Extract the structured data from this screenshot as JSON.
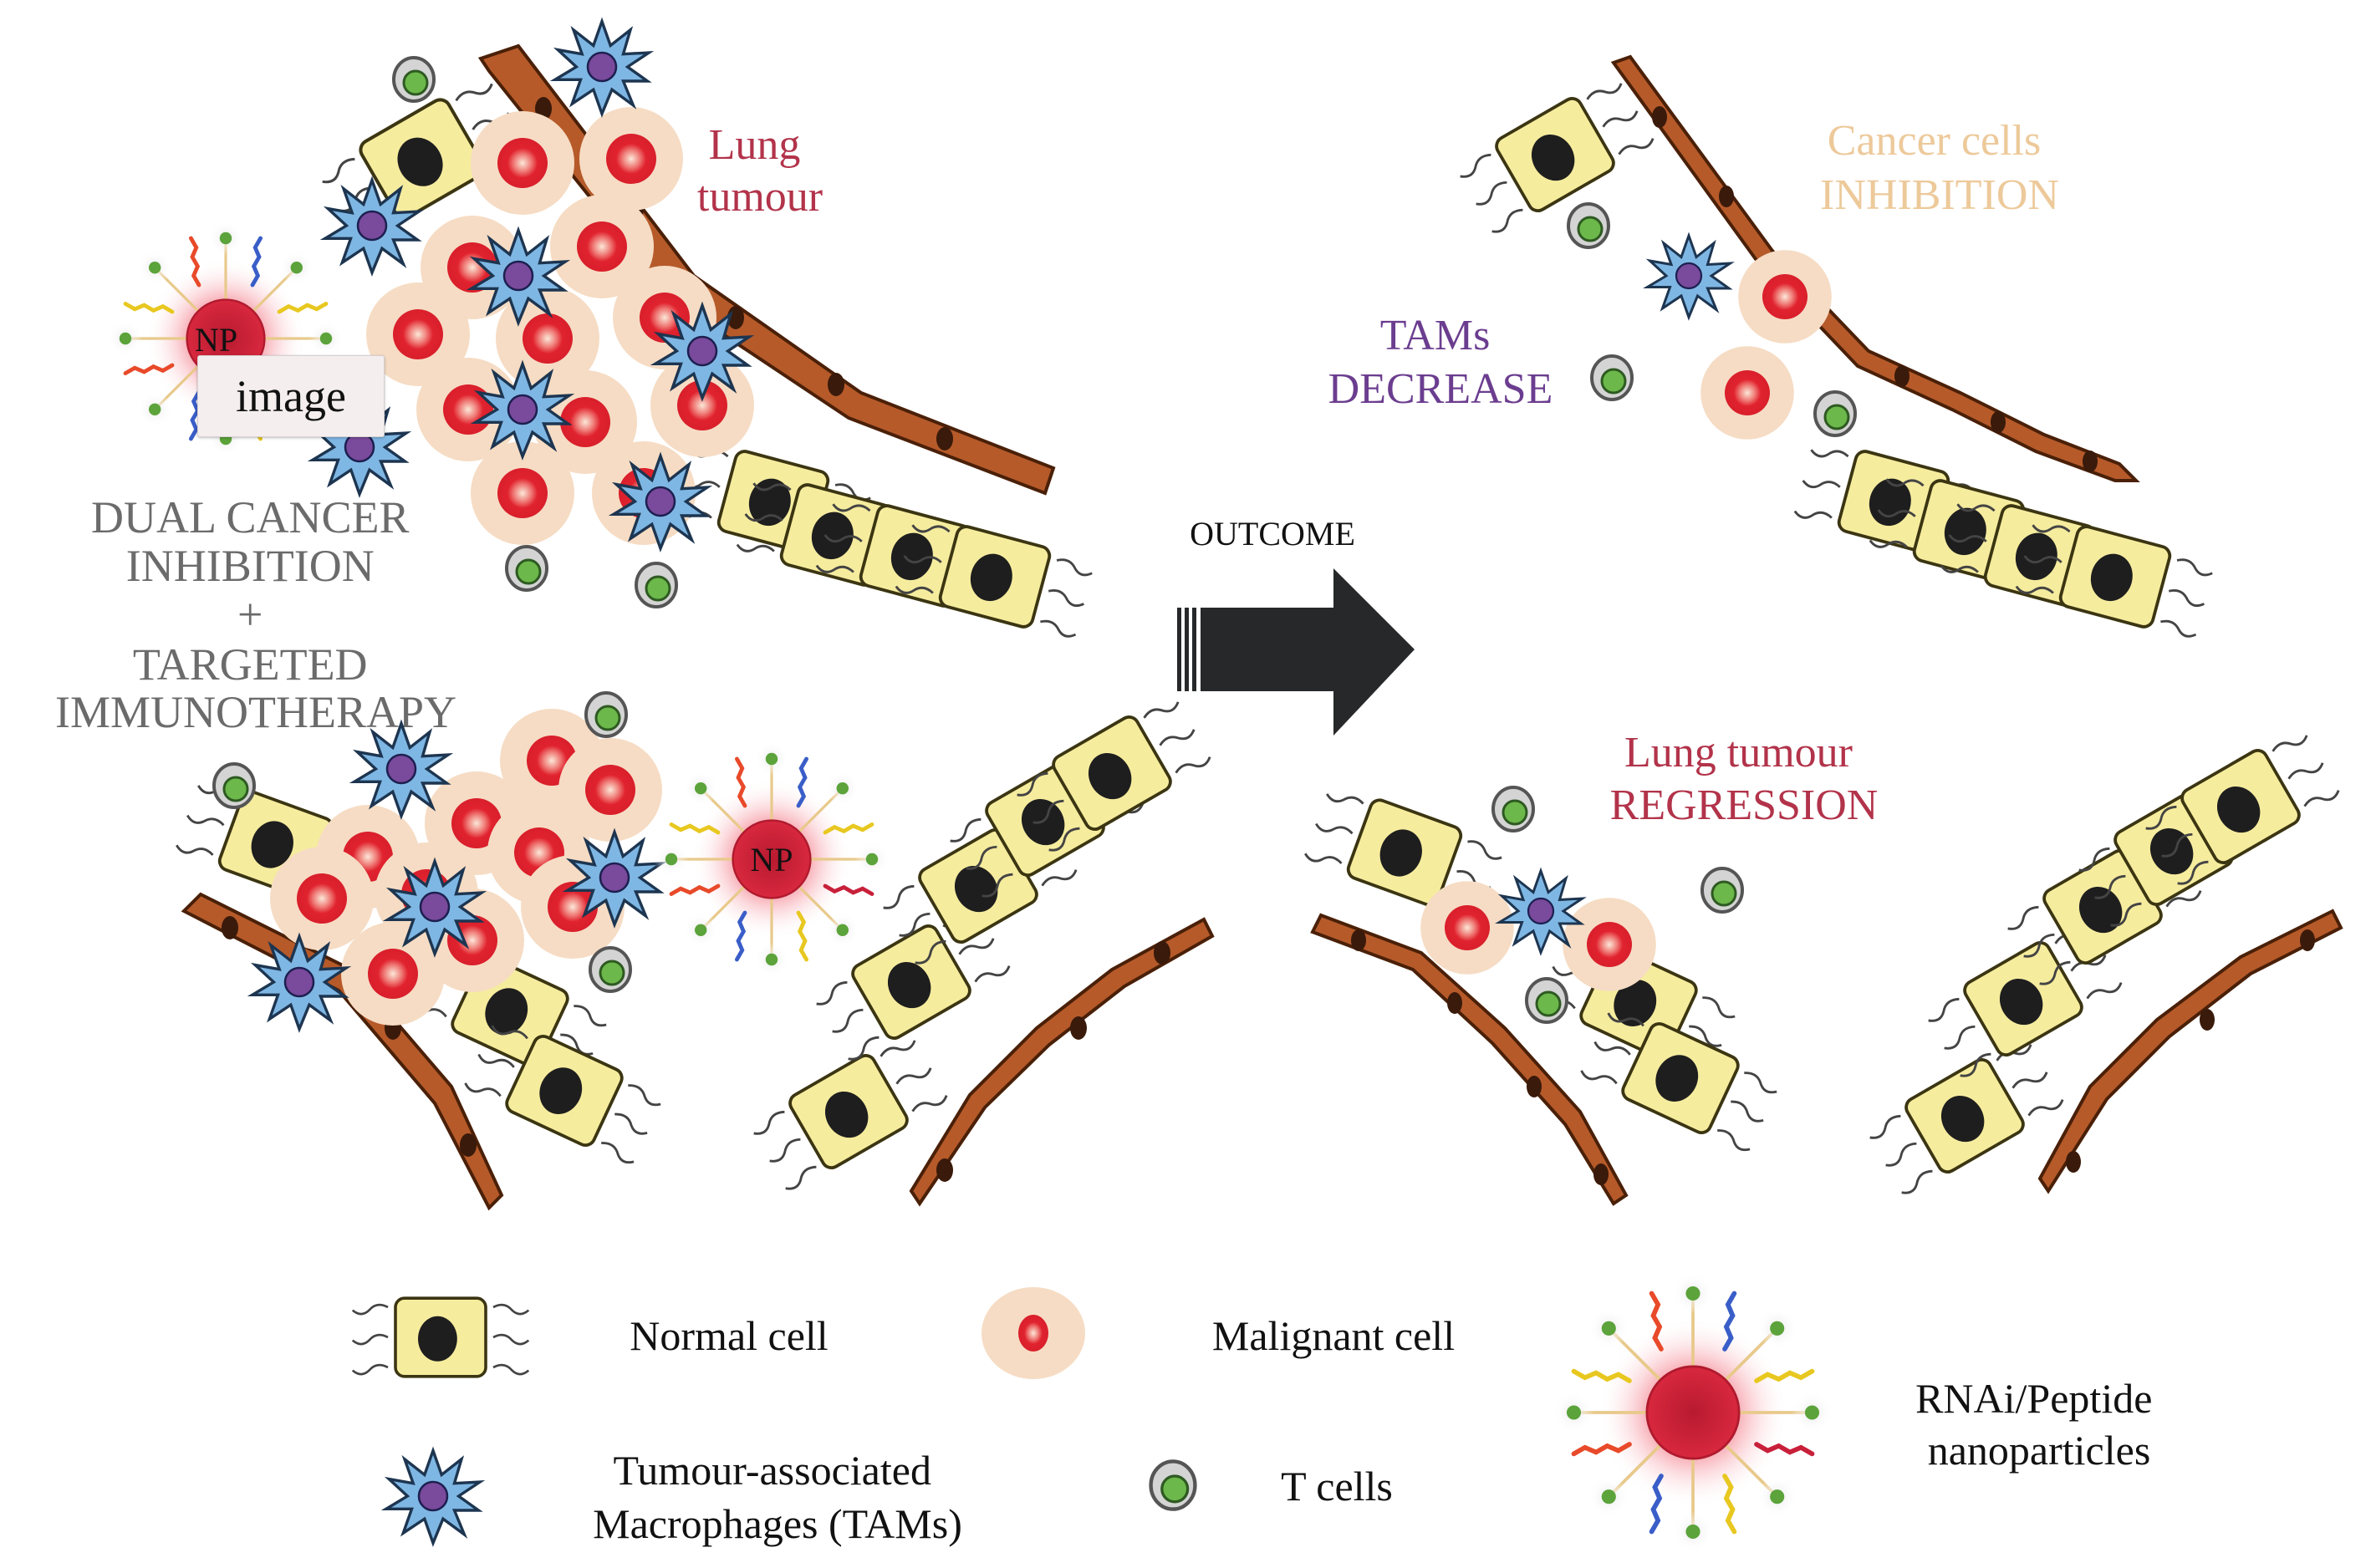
{
  "figure": {
    "panels": {
      "before": {
        "tumour_label": [
          "Lung",
          "tumour"
        ],
        "treatment_label": [
          "DUAL CANCER",
          "INHIBITION",
          "+",
          "TARGETED",
          "IMMUNOTHERAPY"
        ],
        "nanoparticle_label": "NP",
        "overlay_placeholder": "image"
      },
      "transition": {
        "arrow_label": "OUTCOME"
      },
      "after": {
        "cancer_label": [
          "Cancer cells",
          "INHIBITION"
        ],
        "tams_label": [
          "TAMs",
          "DECREASE"
        ],
        "regression_label": [
          "Lung tumour",
          "REGRESSION"
        ]
      }
    },
    "legend": [
      {
        "icon": "normal-cell-icon",
        "label": "Normal cell"
      },
      {
        "icon": "malignant-cell-icon",
        "label": "Malignant cell"
      },
      {
        "icon": "nanoparticle-icon",
        "label": [
          "RNAi/Peptide",
          "nanoparticles"
        ]
      },
      {
        "icon": "tam-icon",
        "label": [
          "Tumour-associated",
          "Macrophages (TAMs)"
        ]
      },
      {
        "icon": "t-cell-icon",
        "label": "T cells"
      }
    ],
    "colors": {
      "tumour_label": "#b2334a",
      "treatment_label": "#6b6b6b",
      "cancer_inhibition_label": "#edc99a",
      "tams_label": "#6b3d8f",
      "normal_cell": "#f6ec9e",
      "malignant_halo": "#f6dcc4",
      "malignant_core": "#e0222e",
      "tam_body": "#7fb7e4",
      "tam_nucleus": "#7a4a9c",
      "t_cell_core": "#6cb84a",
      "vessel": "#b65a2a",
      "nanoparticle": "#d0243a",
      "arrow": "#262829"
    }
  }
}
